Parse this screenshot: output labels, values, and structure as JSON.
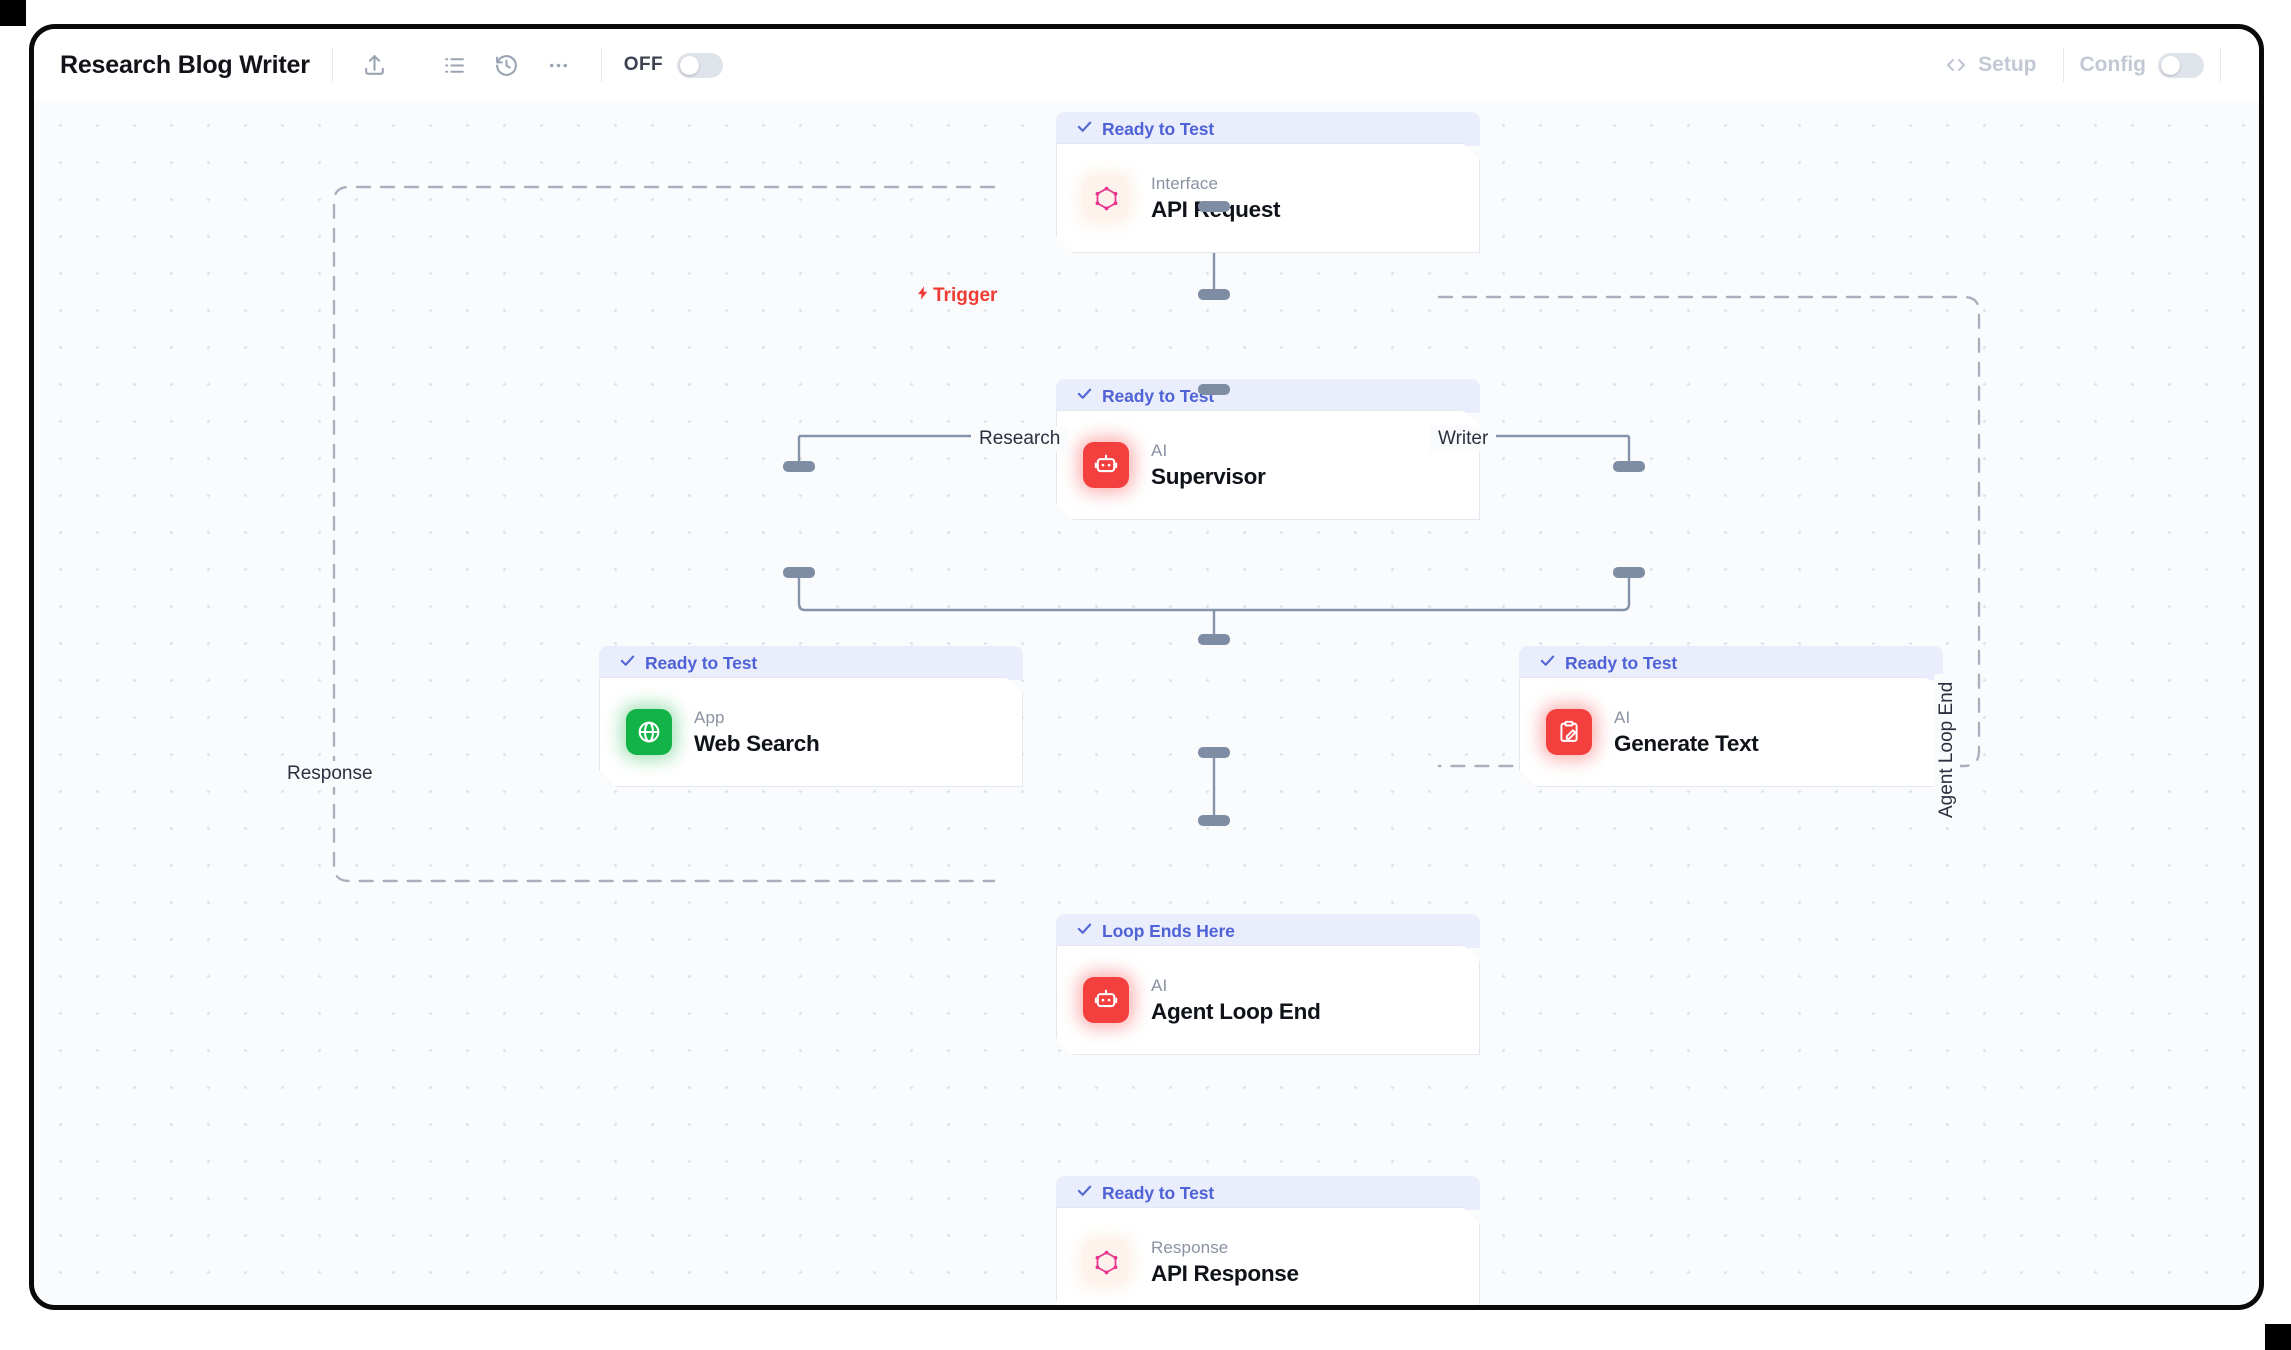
{
  "window": {
    "title": "Research Blog Writer"
  },
  "header": {
    "title": "Research Blog Writer",
    "toolbar": [
      {
        "name": "share-icon",
        "label": "Share"
      },
      {
        "name": "list-icon",
        "label": "List"
      },
      {
        "name": "history-icon",
        "label": "History"
      },
      {
        "name": "more-icon",
        "label": "More options"
      }
    ],
    "power_toggle": {
      "label": "OFF",
      "state": "off"
    },
    "setup_button": {
      "label": "Setup",
      "icon": "code-brackets-icon"
    },
    "config_toggle": {
      "label": "Config",
      "state": "off"
    }
  },
  "colors": {
    "status_text": "#4f62d6",
    "status_bg": "#eaedfb",
    "trigger": "#ef3b34",
    "edge": "#7e8da4",
    "icon_red": "#f43f3f",
    "icon_green": "#12b347",
    "icon_pink": "#e8338f",
    "canvas_bg": "#fafbfd"
  },
  "canvas": {
    "nodes": [
      {
        "id": "api-request",
        "status": "Ready to Test",
        "kind": "Interface",
        "name": "API Request",
        "icon": "graphql-icon",
        "icon_style": "pink"
      },
      {
        "id": "supervisor",
        "status": "Ready to Test",
        "kind": "AI",
        "name": "Supervisor",
        "icon": "robot-icon",
        "icon_style": "red"
      },
      {
        "id": "web-search",
        "status": "Ready to Test",
        "kind": "App",
        "name": "Web Search",
        "icon": "globe-icon",
        "icon_style": "green"
      },
      {
        "id": "generate-text",
        "status": "Ready to Test",
        "kind": "AI",
        "name": "Generate Text",
        "icon": "clipboard-pencil-icon",
        "icon_style": "red"
      },
      {
        "id": "agent-loop-end",
        "status": "Loop Ends Here",
        "kind": "AI",
        "name": "Agent Loop End",
        "icon": "robot-icon",
        "icon_style": "red"
      },
      {
        "id": "api-response",
        "status": "Ready to Test",
        "kind": "Response",
        "name": "API Response",
        "icon": "graphql-icon",
        "icon_style": "pink"
      }
    ],
    "edge_labels": {
      "trigger": "Trigger",
      "research": "Research",
      "writer": "Writer",
      "response": "Response",
      "agent_loop_end": "Agent Loop End"
    }
  }
}
